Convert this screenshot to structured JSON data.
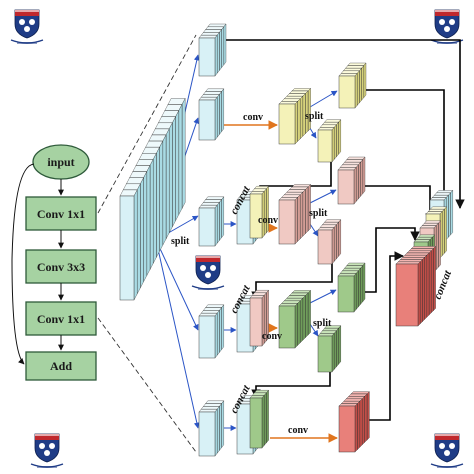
{
  "colors": {
    "flow_fill": "#a6d2a2",
    "flow_stroke": "#2e5a3a",
    "cyan_face": "#d8f1f6",
    "cyan_top": "#eaf8fb",
    "cyan_side": "#a9dbe4",
    "yellow_face": "#f4f2b8",
    "pink_face": "#f0c9c3",
    "green_face": "#9fc98a",
    "red_face": "#e8807a",
    "conv_arrow": "#e0751e",
    "split_arrow": "#2b55c6",
    "bus_line": "#000000",
    "crest_shield": "#1f3c86",
    "crest_stripe": "#c0282d"
  },
  "icons": [
    "university-crest-icon"
  ],
  "flowchart": {
    "steps": [
      {
        "label": "input",
        "shape": "ellipse"
      },
      {
        "label": "Conv 1x1",
        "shape": "box"
      },
      {
        "label": "Conv 3x3",
        "shape": "box"
      },
      {
        "label": "Conv 1x1",
        "shape": "box"
      },
      {
        "label": "Add",
        "shape": "box"
      }
    ]
  },
  "labels": {
    "split_main": "split",
    "conv_row1": "conv",
    "split_row1": "split",
    "concat_row2": "concat",
    "conv_row2": "conv",
    "split_row2": "split",
    "concat_row3": "concat",
    "conv_row3": "conv",
    "split_row3": "split",
    "concat_row4": "concat",
    "conv_row4": "conv",
    "concat_final": "concat"
  }
}
